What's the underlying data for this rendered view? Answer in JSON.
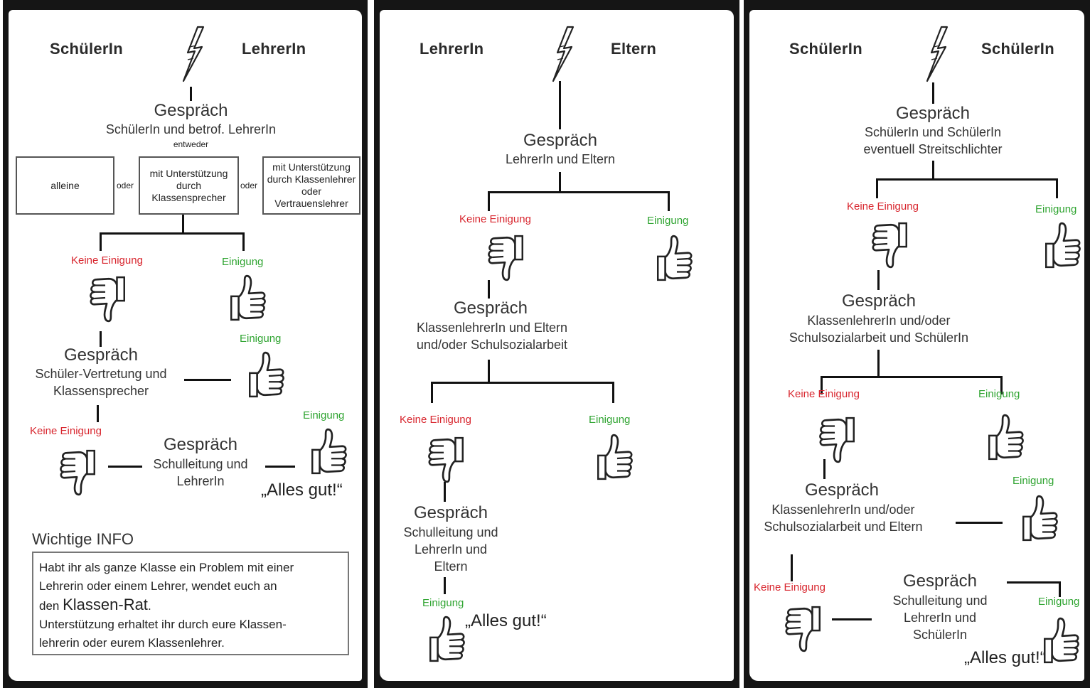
{
  "panel1": {
    "party_left": "SchülerIn",
    "party_right": "LehrerIn",
    "talk1_title": "Gespräch",
    "talk1_sub": "SchülerIn und betrof. LehrerIn",
    "either": "entweder",
    "opt_alone": "alleine",
    "or1": "oder",
    "opt_class_rep": "mit Unterstützung durch Klassensprecher",
    "or2": "oder",
    "opt_teacher": "mit Unterstützung durch Klassenlehrer oder Vertrauenslehrer",
    "no_agreement_1": "Keine Einigung",
    "agreement_1": "Einigung",
    "agreement_2": "Einigung",
    "talk2_title": "Gespräch",
    "talk2_sub1": "Schüler-Vertretung und",
    "talk2_sub2": "Klassensprecher",
    "no_agreement_2": "Keine Einigung",
    "agreement_3": "Einigung",
    "talk3_title": "Gespräch",
    "talk3_sub1": "Schulleitung und",
    "talk3_sub2": "LehrerIn",
    "all_good": "„Alles gut!“",
    "info_title": "Wichtige INFO",
    "info_line1": "Habt ihr als ganze Klasse ein Problem mit einer",
    "info_line2": "Lehrerin oder einem Lehrer, wendet euch an",
    "info_line3a": "den ",
    "info_line3b": "Klassen-Rat",
    "info_line3c": ".",
    "info_line4": "Unterstützung erhaltet ihr durch eure Klassen-",
    "info_line5": "lehrerin oder eurem Klassenlehrer."
  },
  "panel2": {
    "party_left": "LehrerIn",
    "party_right": "Eltern",
    "talk1_title": "Gespräch",
    "talk1_sub": "LehrerIn und Eltern",
    "no_agreement_1": "Keine Einigung",
    "agreement_1": "Einigung",
    "talk2_title": "Gespräch",
    "talk2_sub1": "KlassenlehrerIn und Eltern",
    "talk2_sub2": "und/oder Schulsozialarbeit",
    "no_agreement_2": "Keine Einigung",
    "agreement_2": "Einigung",
    "talk3_title": "Gespräch",
    "talk3_sub1": "Schulleitung und",
    "talk3_sub2": "LehrerIn und",
    "talk3_sub3": "Eltern",
    "agreement_3": "Einigung",
    "all_good": "„Alles gut!“"
  },
  "panel3": {
    "party_left": "SchülerIn",
    "party_right": "SchülerIn",
    "talk1_title": "Gespräch",
    "talk1_sub1": "SchülerIn und SchülerIn",
    "talk1_sub2": "eventuell Streitschlichter",
    "no_agreement_1": "Keine Einigung",
    "agreement_1": "Einigung",
    "talk2_title": "Gespräch",
    "talk2_sub1": "KlassenlehrerIn und/oder",
    "talk2_sub2": "Schulsozialarbeit und SchülerIn",
    "no_agreement_2": "Keine Einigung",
    "agreement_2": "Einigung",
    "talk3_title": "Gespräch",
    "talk3_sub1": "KlassenlehrerIn und/oder",
    "talk3_sub2": "Schulsozialarbeit und Eltern",
    "agreement_3": "Einigung",
    "no_agreement_3": "Keine Einigung",
    "talk4_title": "Gespräch",
    "talk4_sub1": "Schulleitung und",
    "talk4_sub2": "LehrerIn und",
    "talk4_sub3": "SchülerIn",
    "agreement_4": "Einigung",
    "all_good": "„Alles gut!“"
  }
}
